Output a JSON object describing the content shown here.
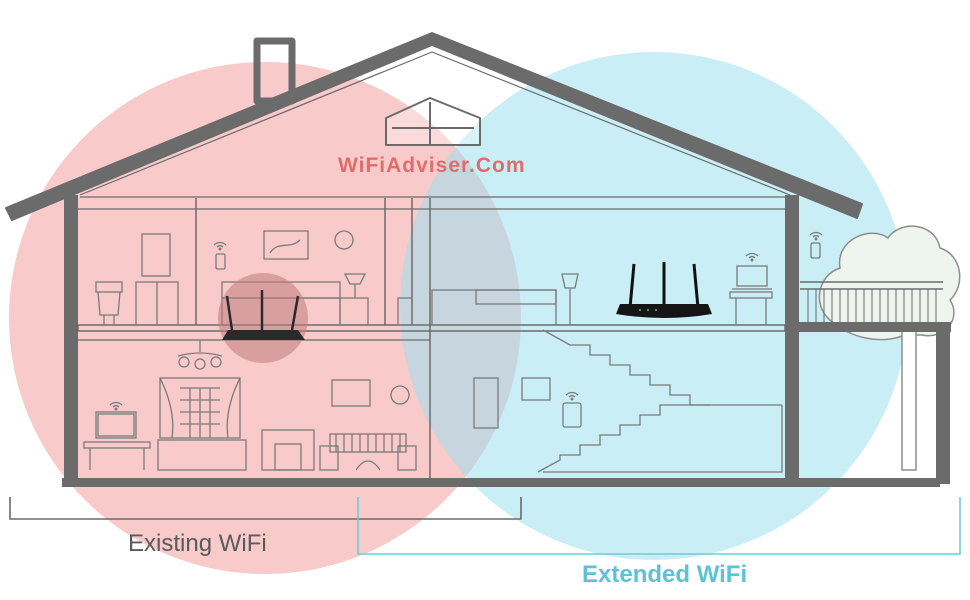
{
  "watermark": "WiFiAdviser.Com",
  "labels": {
    "existing": "Existing WiFi",
    "extended": "Extended WiFi"
  },
  "colors": {
    "existing_zone": "#f4a9a9",
    "extended_zone": "#9fe0ee",
    "house_outline": "#6b6b6b",
    "watermark": "#e06c6c",
    "extended_label": "#5cc2d6"
  },
  "icons": {
    "router": "router-icon",
    "extender": "wifi-extender-icon",
    "signal": "wifi-signal-icon",
    "phone": "smartphone-icon",
    "laptop": "laptop-icon",
    "tablet": "tablet-icon",
    "tv": "tv-icon"
  }
}
